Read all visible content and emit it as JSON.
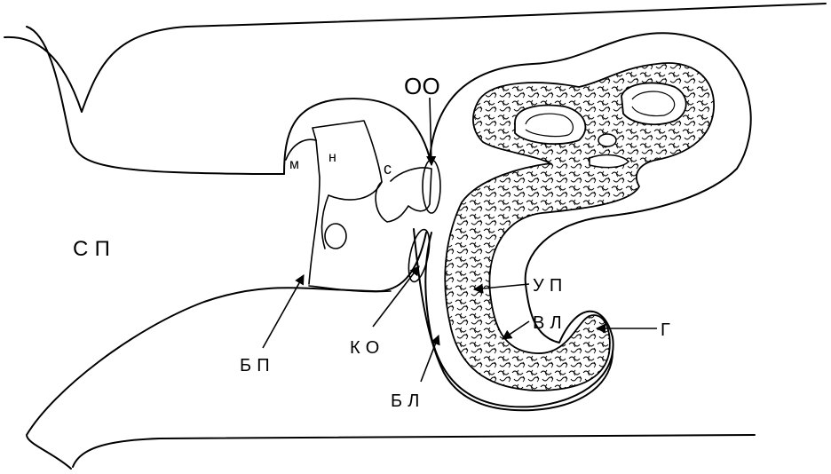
{
  "colors": {
    "ink": "#000000",
    "paper": "#ffffff"
  },
  "labels": {
    "sp": "С П",
    "m": "м",
    "n": "н",
    "s": "с",
    "oo": "ОО",
    "up": "У П",
    "vl": "В Л",
    "g": "Г",
    "ko": "К О",
    "bp": "Б П",
    "bl": "Б Л"
  }
}
